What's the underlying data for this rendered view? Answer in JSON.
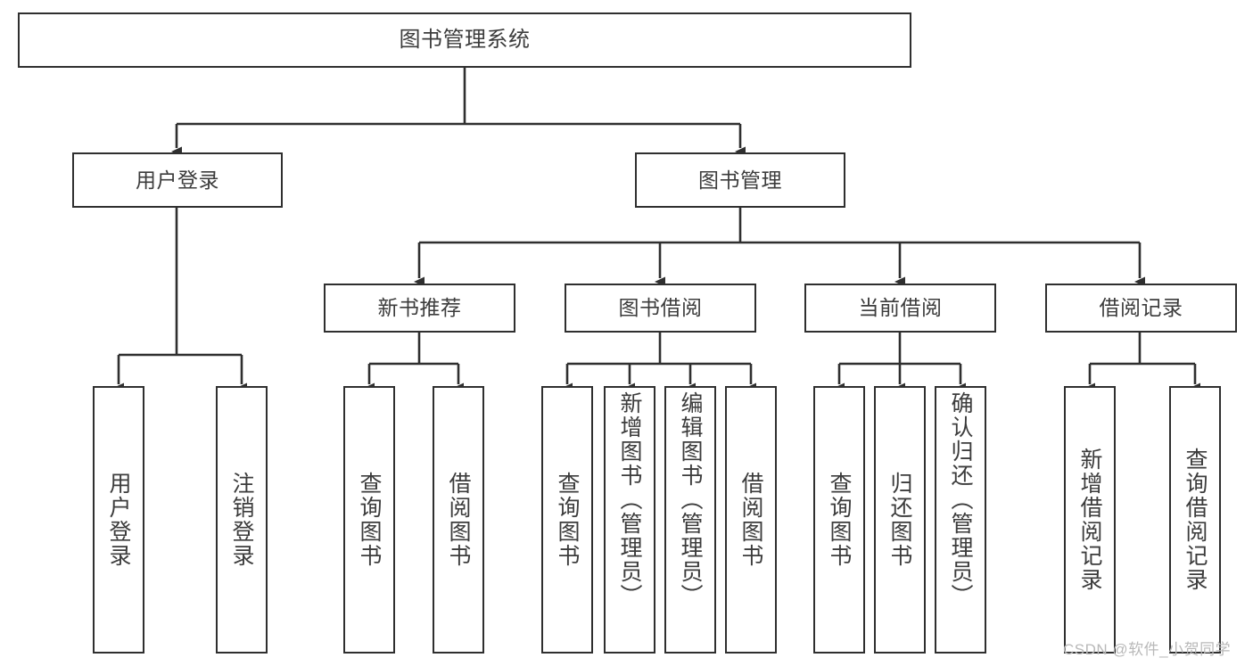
{
  "diagram": {
    "type": "tree-hierarchy",
    "title": "图书管理系统",
    "root": {
      "id": "root",
      "label": "图书管理系统"
    },
    "level2": [
      {
        "id": "user-login",
        "label": "用户登录"
      },
      {
        "id": "book-management",
        "label": "图书管理"
      }
    ],
    "level3": [
      {
        "id": "new-book-recommend",
        "label": "新书推荐"
      },
      {
        "id": "book-borrow",
        "label": "图书借阅"
      },
      {
        "id": "current-borrow",
        "label": "当前借阅"
      },
      {
        "id": "borrow-record",
        "label": "借阅记录"
      }
    ],
    "leaves": [
      {
        "id": "leaf-user-login",
        "label": "用户登录",
        "parent": "user-login"
      },
      {
        "id": "leaf-logout",
        "label": "注销登录",
        "parent": "user-login"
      },
      {
        "id": "leaf-query-book-1",
        "label": "查询图书",
        "parent": "new-book-recommend"
      },
      {
        "id": "leaf-borrow-book-1",
        "label": "借阅图书",
        "parent": "new-book-recommend"
      },
      {
        "id": "leaf-query-book-2",
        "label": "查询图书",
        "parent": "book-borrow"
      },
      {
        "id": "leaf-add-book",
        "label": "新增图书（管理员）",
        "parent": "book-borrow"
      },
      {
        "id": "leaf-edit-book",
        "label": "编辑图书（管理员）",
        "parent": "book-borrow"
      },
      {
        "id": "leaf-borrow-book-2",
        "label": "借阅图书",
        "parent": "book-borrow"
      },
      {
        "id": "leaf-query-book-3",
        "label": "查询图书",
        "parent": "current-borrow"
      },
      {
        "id": "leaf-return-book",
        "label": "归还图书",
        "parent": "current-borrow"
      },
      {
        "id": "leaf-confirm-return",
        "label": "确认归还（管理员）",
        "parent": "current-borrow"
      },
      {
        "id": "leaf-add-record",
        "label": "新增借阅记录",
        "parent": "borrow-record"
      },
      {
        "id": "leaf-query-record",
        "label": "查询借阅记录",
        "parent": "borrow-record"
      }
    ],
    "watermark": "CSDN @软件_小贺同学",
    "colors": {
      "border": "#2f2f2f",
      "text": "#3c3c3c",
      "background": "#ffffff",
      "connector": "#2f2f2f",
      "watermark": "#b9b9b9"
    }
  }
}
